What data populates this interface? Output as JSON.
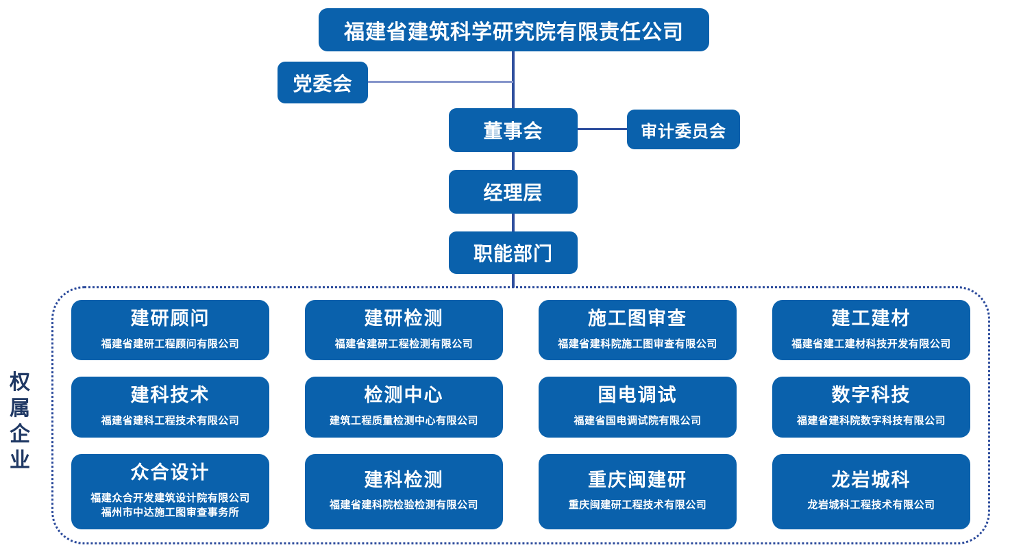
{
  "org": {
    "root": "福建省建筑科学研究院有限责任公司",
    "party_committee": "党委会",
    "board": "董事会",
    "audit_committee": "审计委员会",
    "management": "经理层",
    "departments": "职能部门"
  },
  "subsidiaries": {
    "label": "权属企业",
    "items": [
      {
        "title": "建研顾问",
        "subtitles": [
          "福建省建研工程顾问有限公司"
        ]
      },
      {
        "title": "建研检测",
        "subtitles": [
          "福建省建研工程检测有限公司"
        ]
      },
      {
        "title": "施工图审查",
        "subtitles": [
          "福建省建科院施工图审查有限公司"
        ]
      },
      {
        "title": "建工建材",
        "subtitles": [
          "福建省建工建材科技开发有限公司"
        ]
      },
      {
        "title": "建科技术",
        "subtitles": [
          "福建省建科工程技术有限公司"
        ]
      },
      {
        "title": "检测中心",
        "subtitles": [
          "建筑工程质量检测中心有限公司"
        ]
      },
      {
        "title": "国电调试",
        "subtitles": [
          "福建省国电调试院有限公司"
        ]
      },
      {
        "title": "数字科技",
        "subtitles": [
          "福建省建科院数字科技有限公司"
        ]
      },
      {
        "title": "众合设计",
        "subtitles": [
          "福建众合开发建筑设计院有限公司",
          "福州市中达施工图审查事务所"
        ]
      },
      {
        "title": "建科检测",
        "subtitles": [
          "福建省建科院检验检测有限公司"
        ]
      },
      {
        "title": "重庆闽建研",
        "subtitles": [
          "重庆闽建研工程技术有限公司"
        ]
      },
      {
        "title": "龙岩城科",
        "subtitles": [
          "龙岩城科工程技术有限公司"
        ]
      }
    ]
  },
  "colors": {
    "box_fill": "#0a61ac",
    "box_text": "#ffffff",
    "connector": "#2f4f9e",
    "connector_light": "#8494ca",
    "dotted_border": "#2b4a9b",
    "side_label_text": "#1f3864"
  }
}
